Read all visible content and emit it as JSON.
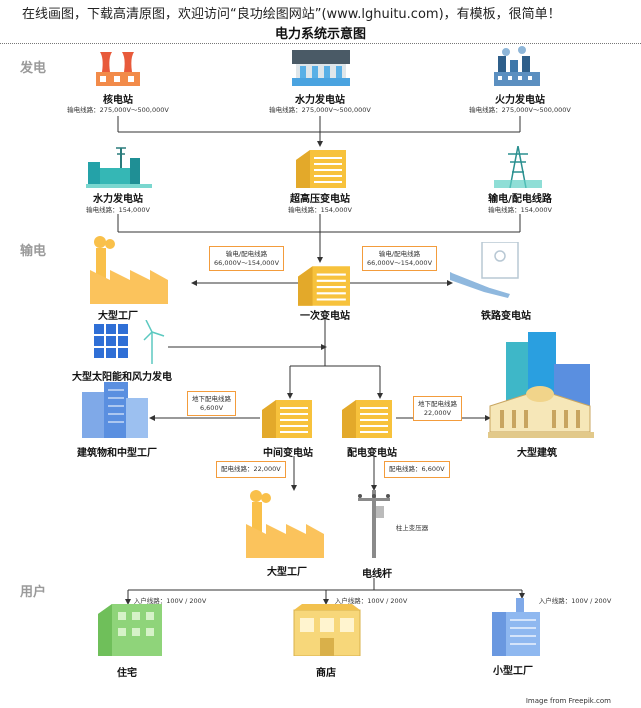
{
  "header_note": "在线画图，下载高清原图，欢迎访问“良功绘图网站”(www.lghuitu.com)，有模板，很简单！",
  "title": "电力系统示意图",
  "sections": {
    "generation": "发电",
    "transmission": "输电",
    "users": "用户"
  },
  "nodes": {
    "nuclear": {
      "label": "核电站",
      "sub": "输电线路：275,000V～500,000V"
    },
    "hydro_top": {
      "label": "水力发电站",
      "sub": "输电线路：275,000V～500,000V"
    },
    "thermal": {
      "label": "火力发电站",
      "sub": "输电线路：275,000V～500,000V"
    },
    "hydro_mid": {
      "label": "水力发电站",
      "sub": "输电线路：154,000V"
    },
    "ultra_hv": {
      "label": "超高压变电站",
      "sub": "输电线路：154,000V"
    },
    "trans_dist": {
      "label": "输电/配电线路",
      "sub": "输电线路：154,000V"
    },
    "large_factory": {
      "label": "大型工厂"
    },
    "primary_sub": {
      "label": "一次变电站"
    },
    "railway_sub": {
      "label": "铁路变电站"
    },
    "solar_wind": {
      "label": "大型太阳能和风力发电"
    },
    "buildings_mid": {
      "label": "建筑物和中型工厂"
    },
    "mid_sub": {
      "label": "中间变电站"
    },
    "dist_sub": {
      "label": "配电变电站"
    },
    "large_building": {
      "label": "大型建筑"
    },
    "large_factory2": {
      "label": "大型工厂"
    },
    "pole": {
      "label": "电线杆"
    },
    "pole_tf": {
      "label": "柱上变压器"
    },
    "house": {
      "label": "住宅"
    },
    "shop": {
      "label": "商店"
    },
    "small_factory": {
      "label": "小型工厂"
    }
  },
  "boxes": {
    "left_line": [
      "输电/配电线路",
      "66,000V～154,000V"
    ],
    "right_line": [
      "输电/配电线路",
      "66,000V～154,000V"
    ],
    "underground_left": [
      "地下配电线路",
      "6,600V"
    ],
    "underground_right": [
      "地下配电线路",
      "22,000V"
    ],
    "dist_22000": [
      "配电线路：22,000V"
    ],
    "dist_6600": [
      "配电线路：6,600V"
    ]
  },
  "service": {
    "house": "入户线路：100V / 200V",
    "shop": "入户线路：100V / 200V",
    "small_factory": "入户线路：100V / 200V"
  },
  "credit": "Image from Freepik.com",
  "colors": {
    "accent": "#f39c3c",
    "substation": "#f7c23c",
    "factory": "#f9c04a",
    "blue": "#4a90e2",
    "green": "#7ec850",
    "line": "#333333"
  }
}
